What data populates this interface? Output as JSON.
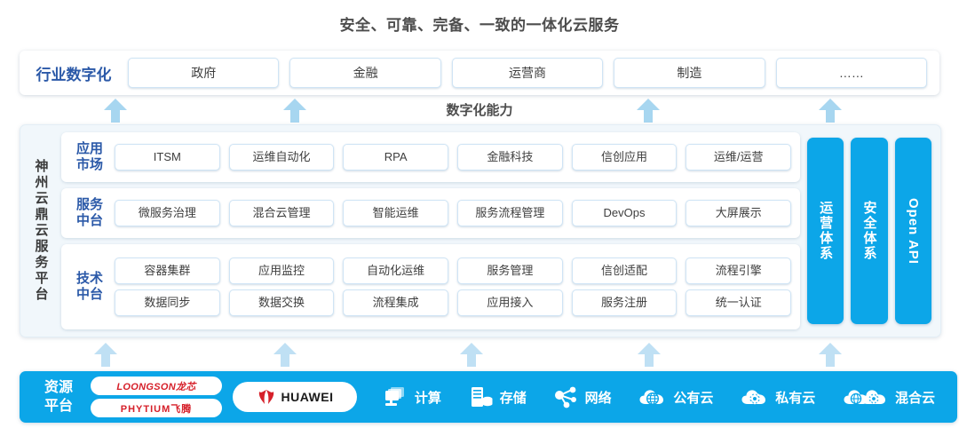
{
  "title": "安全、可靠、完备、一致的一体化云服务",
  "industry": {
    "label": "行业数字化",
    "items": [
      "政府",
      "金融",
      "运营商",
      "制造",
      "……"
    ]
  },
  "capability_band": {
    "title": "数字化能力"
  },
  "platform": {
    "side_label": "神州云鼎云服务平台",
    "rows": [
      {
        "label_line1": "应用",
        "label_line2": "市场",
        "lines": [
          [
            "ITSM",
            "运维自动化",
            "RPA",
            "金融科技",
            "信创应用",
            "运维/运营"
          ]
        ]
      },
      {
        "label_line1": "服务",
        "label_line2": "中台",
        "lines": [
          [
            "微服务治理",
            "混合云管理",
            "智能运维",
            "服务流程管理",
            "DevOps",
            "大屏展示"
          ]
        ]
      },
      {
        "label_line1": "技术",
        "label_line2": "中台",
        "lines": [
          [
            "容器集群",
            "应用监控",
            "自动化运维",
            "服务管理",
            "信创适配",
            "流程引擎"
          ],
          [
            "数据同步",
            "数据交换",
            "流程集成",
            "应用接入",
            "服务注册",
            "统一认证"
          ]
        ]
      }
    ],
    "vertical_columns": [
      "运营体系",
      "安全体系",
      "Open API"
    ]
  },
  "resource": {
    "label_line1": "资源",
    "label_line2": "平台",
    "logos": [
      "LOONGSON龙芯",
      "PHYTIUM飞腾"
    ],
    "huawei": "HUAWEI",
    "items": [
      {
        "icon": "compute-icon",
        "label": "计算"
      },
      {
        "icon": "storage-icon",
        "label": "存储"
      },
      {
        "icon": "network-icon",
        "label": "网络"
      },
      {
        "icon": "public-cloud-icon",
        "label": "公有云"
      },
      {
        "icon": "private-cloud-icon",
        "label": "私有云"
      },
      {
        "icon": "hybrid-cloud-icon",
        "label": "混合云"
      }
    ]
  },
  "colors": {
    "brand_blue": "#0ca6e8",
    "arrow_blue": "#a7d6f0",
    "label_navy": "#2b59a8",
    "panel_bg": "#f1f7fb",
    "logo_red": "#d6202a",
    "title_gray": "#4d4d4d"
  }
}
